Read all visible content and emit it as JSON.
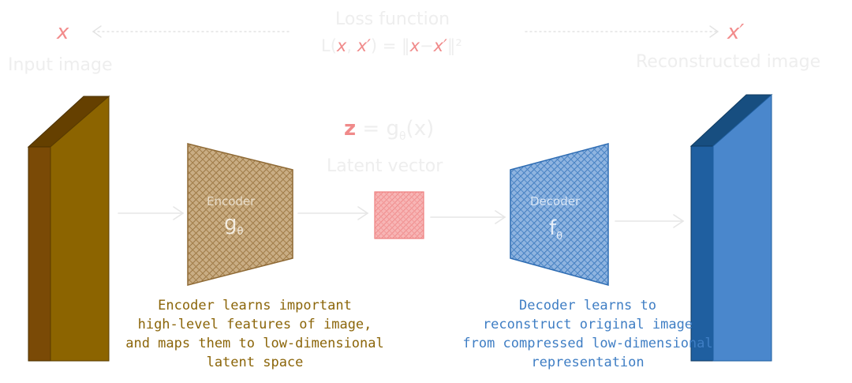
{
  "input": {
    "symbol": "x",
    "label": "Input image"
  },
  "output": {
    "symbol": "x′",
    "label": "Reconstructed image"
  },
  "loss": {
    "title": "Loss function",
    "formula_prefix": "L(",
    "x": "x",
    "comma": ",",
    "xp": "x′",
    "formula_mid": ") = ‖",
    "x2": "x",
    "minus": "−",
    "xp2": "x′",
    "formula_suffix": "‖²"
  },
  "latent": {
    "symbol": "z",
    "equals": "= g",
    "theta": "θ",
    "arg": "(x)",
    "label": "Latent vector"
  },
  "encoder": {
    "label": "Encoder",
    "symbol": "g",
    "sub": "θ"
  },
  "decoder": {
    "label": "Decoder",
    "symbol": "f",
    "sub": "θ"
  },
  "encoder_note": {
    "lines": [
      "Encoder learns important",
      "high-level features of image,",
      "and maps them to low-dimensional",
      "latent space"
    ]
  },
  "decoder_note": {
    "lines": [
      "Decoder learns to",
      "reconstruct original image",
      "from compressed low-dimensional",
      "representation"
    ]
  },
  "colors": {
    "input_front": "#8c6400",
    "input_side": "#7a4a06",
    "input_top": "#654000",
    "output_front": "#4a87cc",
    "output_side": "#1f5fa0",
    "output_top": "#174e80",
    "encoder_fill": "#b08d5c",
    "decoder_fill": "#4a86c8",
    "latent_fill": "#f29a9a",
    "encoder_text": "#8b6509",
    "decoder_text": "#3f7ec4",
    "faint": "#eeeeee",
    "arrow": "#e6e6e6"
  }
}
